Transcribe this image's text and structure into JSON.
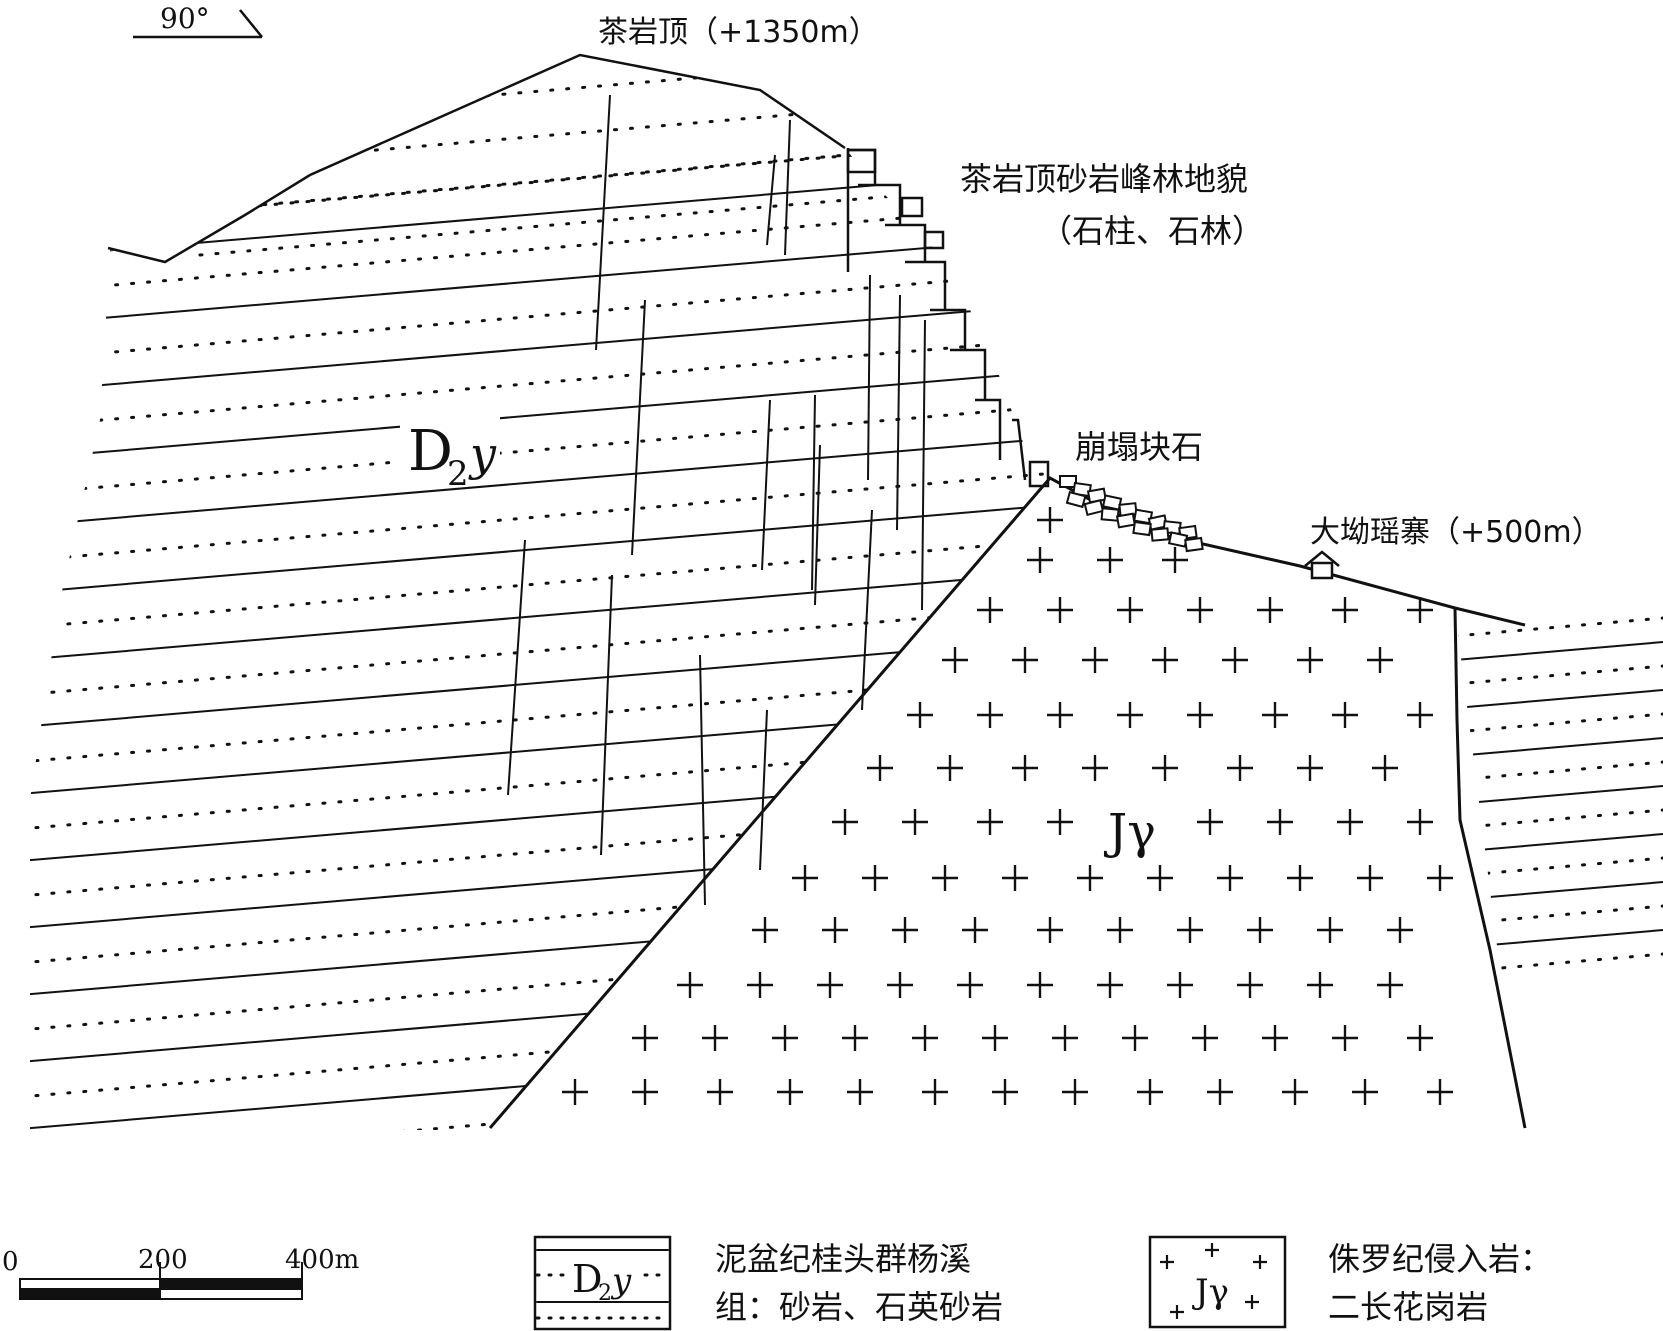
{
  "orientation": {
    "text": "90°"
  },
  "labels": {
    "summit": "茶岩顶（+1350m）",
    "landform_line1": "茶岩顶砂岩峰林地貌",
    "landform_line2": "（石柱、石林）",
    "collapse": "崩塌块石",
    "village": "大坳瑶寨（+500m）"
  },
  "units": {
    "d2y_main": "D",
    "d2y_sub": "2",
    "d2y_suffix": "y",
    "jy": "Jγ"
  },
  "scale_bar": {
    "tick0": "0",
    "tick1": "200",
    "tick2": "400m"
  },
  "legend": {
    "sandstone_symbol_main": "D",
    "sandstone_symbol_sub": "2",
    "sandstone_symbol_suffix": "y",
    "sandstone_line1": "泥盆纪桂头群杨溪",
    "sandstone_line2": "组：砂岩、石英砂岩",
    "granite_symbol": "Jγ",
    "granite_line1": "侏罗纪侵入岩：",
    "granite_line2": "二长花岗岩"
  }
}
